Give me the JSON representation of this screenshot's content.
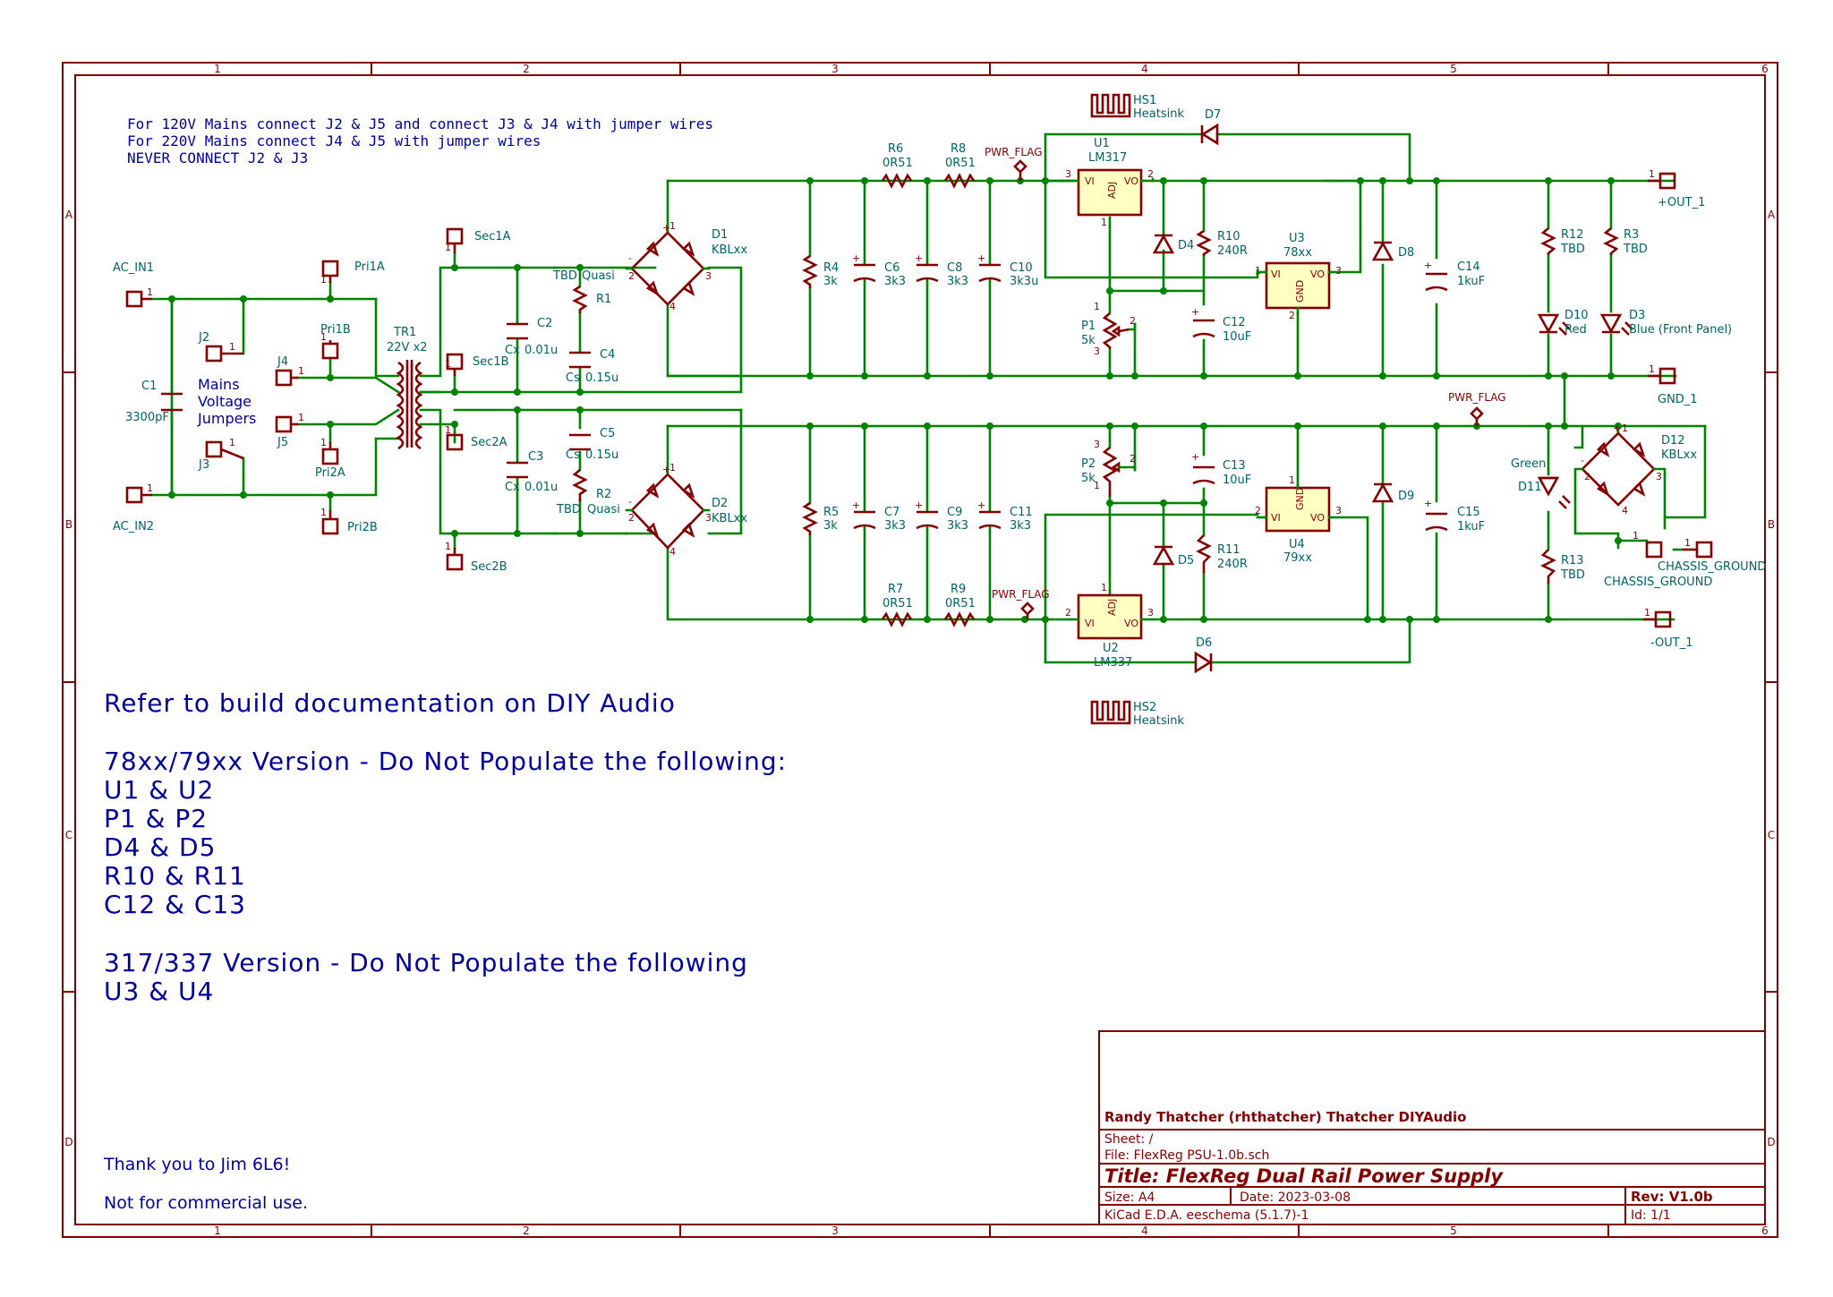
{
  "notes": {
    "mains": [
      "For 120V Mains connect J2 & J5 and connect J3 & J4 with jumper wires",
      "For 220V Mains connect J4 & J5 with jumper wires",
      "NEVER CONNECT J2 & J3"
    ],
    "jumpers_label": [
      "Mains",
      "Voltage",
      "Jumpers"
    ],
    "build": [
      "Refer to build documentation on DIY Audio",
      "",
      "78xx/79xx Version - Do Not Populate the following:",
      "U1 & U2",
      "P1 & P2",
      "D4 & D5",
      "R10 & R11",
      "C12 & C13",
      "",
      "317/337 Version - Do Not Populate the following",
      "U3 & U4"
    ],
    "thanks": "Thank you to Jim 6L6!",
    "license": "Not for commercial use."
  },
  "title_block": {
    "company": "Randy Thatcher (rhthatcher) Thatcher DIYAudio",
    "sheet": "Sheet: /",
    "file": "File: FlexReg PSU-1.0b.sch",
    "title": "Title: FlexReg  Dual Rail Power Supply",
    "size": "Size: A4",
    "date": "Date: 2023-03-08",
    "rev": "Rev: V1.0b",
    "tool": "KiCad E.D.A.  eeschema (5.1.7)-1",
    "id": "Id: 1/1"
  },
  "zones": {
    "columns": [
      "1",
      "2",
      "3",
      "4",
      "5",
      "6"
    ],
    "rows": [
      "A",
      "B",
      "C",
      "D"
    ]
  },
  "components": {
    "AC_IN1": "AC_IN1",
    "AC_IN2": "AC_IN2",
    "C1": "C1",
    "C1v": "3300pF",
    "J2": "J2",
    "J3": "J3",
    "J4": "J4",
    "J5": "J5",
    "Pri1A": "Pri1A",
    "Pri1B": "Pri1B",
    "Pri2A": "Pri2A",
    "Pri2B": "Pri2B",
    "TR1": "TR1",
    "TR1v": "22V x2",
    "Sec1A": "Sec1A",
    "Sec1B": "Sec1B",
    "Sec2A": "Sec2A",
    "Sec2B": "Sec2B",
    "C2": "C2",
    "C2v": "0.01u",
    "C3": "C3",
    "C3v": "0.01u",
    "C4": "C4",
    "C4v": "0.15u",
    "C5": "C5",
    "C5v": "0.15u",
    "R1": "R1",
    "R2": "R2",
    "TBD": "TBD",
    "Quasi": "Quasi",
    "Cx": "Cx",
    "Cs": "Cs",
    "D1": "D1",
    "D2": "D2",
    "D12": "D12",
    "KBLxx": "KBLxx",
    "R4": "R4",
    "R4v": "3k",
    "R5": "R5",
    "R5v": "3k",
    "C6": "C6",
    "C7": "C7",
    "C8": "C8",
    "C9": "C9",
    "v3k3": "3k3",
    "C10": "C10",
    "C10v": "3k3u",
    "C11": "C11",
    "C11v": "3k3",
    "R6": "R6",
    "R7": "R7",
    "R8": "R8",
    "R9": "R9",
    "R0R51": "0R51",
    "PWR_FLAG": "PWR_FLAG",
    "HS1": "HS1",
    "HS2": "HS2",
    "Heatsink": "Heatsink",
    "U1": "U1",
    "U1v": "LM317",
    "U2": "U2",
    "U2v": "LM337",
    "U3": "U3",
    "U3v": "78xx",
    "U4": "U4",
    "U4v": "79xx",
    "D4": "D4",
    "D5": "D5",
    "D6": "D6",
    "D7": "D7",
    "D8": "D8",
    "D9": "D9",
    "R10": "R10",
    "R10v": "240R",
    "R11": "R11",
    "R11v": "240R",
    "P1": "P1",
    "P2": "P2",
    "P5k": "5k",
    "C12": "C12",
    "C12v": "10uF",
    "C13": "C13",
    "C13v": "10uF",
    "C14": "C14",
    "C14v": "1kuF",
    "C15": "C15",
    "C15v": "1kuF",
    "R12": "R12",
    "R3": "R3",
    "R13": "R13",
    "D10": "D10",
    "D10v": "Red",
    "D3": "D3",
    "D3v": "Blue (Front Panel)",
    "D11": "D11",
    "D11v": "Green",
    "OUTP": "+OUT_1",
    "GND1": "GND_1",
    "OUTN": "-OUT_1",
    "CHASSIS": "CHASSIS_GROUND",
    "ADJ": "ADJ",
    "VI": "VI",
    "VO": "VO",
    "GND": "GND"
  }
}
